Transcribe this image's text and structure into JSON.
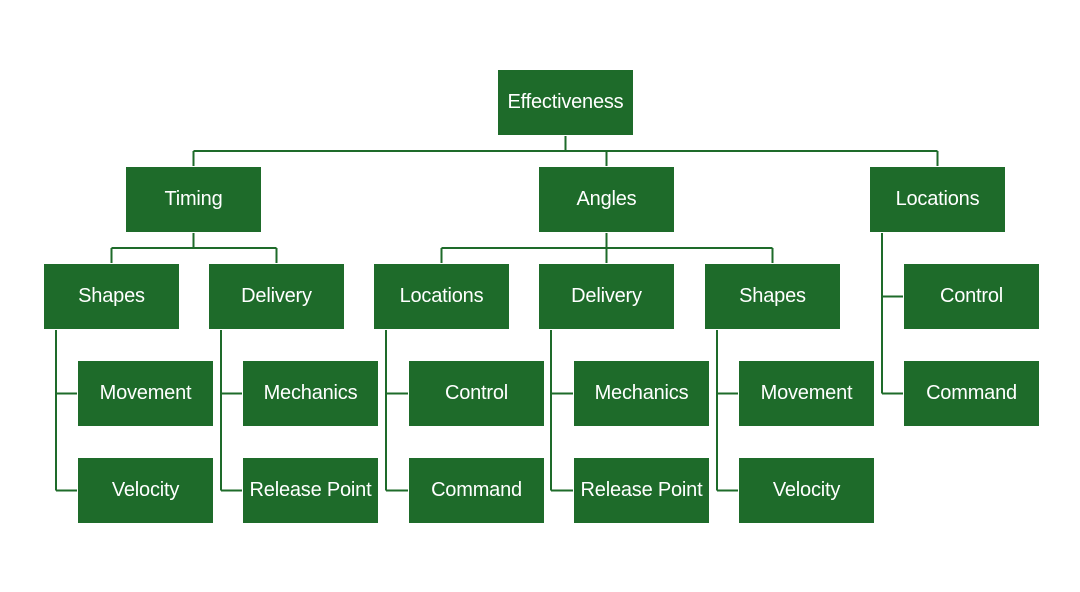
{
  "diagram": {
    "colors": {
      "box": "#1e6b2a",
      "connector": "#1e6b2a",
      "text": "#ffffff"
    },
    "root": "Effectiveness",
    "timing": {
      "label": "Timing",
      "shapes": {
        "label": "Shapes",
        "movement": "Movement",
        "velocity": "Velocity"
      },
      "delivery": {
        "label": "Delivery",
        "mechanics": "Mechanics",
        "release": "Release Point"
      }
    },
    "angles": {
      "label": "Angles",
      "locations": {
        "label": "Locations",
        "control": "Control",
        "command": "Command"
      },
      "delivery": {
        "label": "Delivery",
        "mechanics": "Mechanics",
        "release": "Release Point"
      },
      "shapes": {
        "label": "Shapes",
        "movement": "Movement",
        "velocity": "Velocity"
      }
    },
    "locations": {
      "label": "Locations",
      "control": "Control",
      "command": "Command"
    }
  }
}
